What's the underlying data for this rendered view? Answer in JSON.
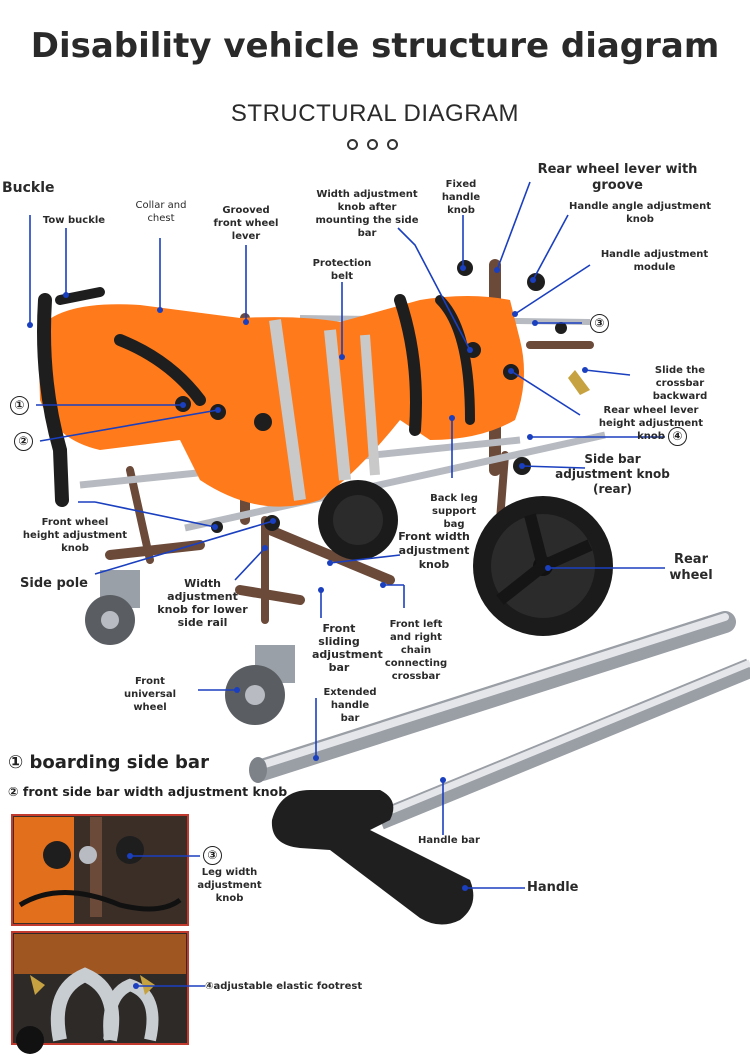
{
  "header": {
    "title": "Disability vehicle structure diagram",
    "subtitle": "STRUCTURAL DIAGRAM"
  },
  "labels": {
    "buckle": "Buckle",
    "tow_buckle": "Tow buckle",
    "collar_chest": "Collar and chest",
    "grooved_front_lever": "Grooved front wheel lever",
    "width_adj_after_mount": "Width adjustment knob after mounting the side bar",
    "fixed_handle_knob": "Fixed handle knob",
    "rear_wheel_lever": "Rear wheel lever with groove",
    "handle_angle_knob": "Handle angle adjustment knob",
    "handle_adj_module": "Handle adjustment module",
    "protection_belt": "Protection belt",
    "slide_crossbar": "Slide the crossbar backward",
    "rear_lever_height": "Rear wheel lever height adjustment knob",
    "side_bar_knob_rear": "Side bar adjustment knob (rear)",
    "back_leg_bag": "Back leg support bag",
    "front_wheel_height": "Front wheel height adjustment knob",
    "front_width_knob": "Front width adjustment knob",
    "rear_wheel": "Rear wheel",
    "side_pole": "Side pole",
    "width_knob_lower": "Width adjustment knob for lower side rail",
    "front_sliding_bar": "Front sliding adjustment bar",
    "front_chain_crossbar": "Front left and right chain connecting crossbar",
    "front_universal_wheel": "Front universal wheel",
    "extended_handle_bar": "Extended handle bar",
    "handle_bar": "Handle bar",
    "handle": "Handle",
    "leg_width_knob": "Leg width adjustment knob",
    "elastic_footrest": "④adjustable elastic footrest"
  },
  "markers": {
    "m1": "①",
    "m2": "②",
    "m3": "③",
    "m4": "④",
    "m3_inset": "③"
  },
  "legend": {
    "item1": "① boarding side bar",
    "item2": "② front side bar width adjustment knob"
  },
  "colors": {
    "mesh_orange": "#ff7a1a",
    "frame_brown": "#6b4a3a",
    "leader_blue": "#1a3fbf",
    "strap_black": "#1e1e1e",
    "reflective_grey": "#c9c9c9",
    "steel": "#c8cbd0",
    "inset_border": "#c23a2e"
  }
}
